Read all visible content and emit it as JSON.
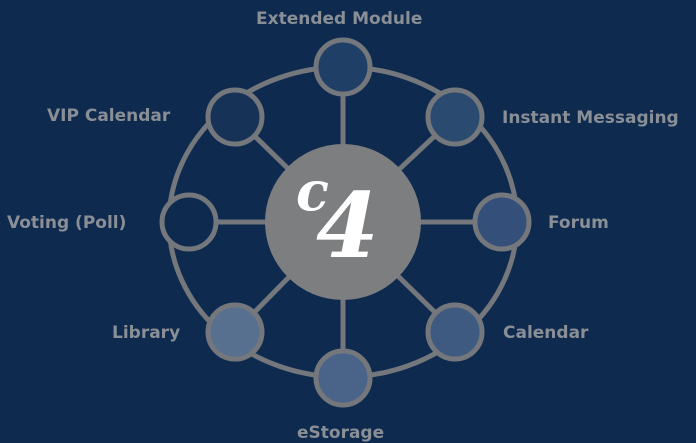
{
  "hub": {
    "letter": "c",
    "number": "4",
    "color": "#7c7e80"
  },
  "colors": {
    "background": "#0e2a4f",
    "line": "#74777b",
    "label": "#8a8f96"
  },
  "nodes": [
    {
      "key": "extended-module",
      "label": "Extended Module",
      "color": "#1f3f66"
    },
    {
      "key": "instant-messaging",
      "label": "Instant Messaging",
      "color": "#2a4a70"
    },
    {
      "key": "forum",
      "label": "Forum",
      "color": "#34507a"
    },
    {
      "key": "calendar",
      "label": "Calendar",
      "color": "#3e5a80"
    },
    {
      "key": "estorage",
      "label": "eStorage",
      "color": "#4a6388"
    },
    {
      "key": "library",
      "label": "Library",
      "color": "#58708f"
    },
    {
      "key": "voting-poll",
      "label": "Voting (Poll)",
      "color": "#0e2a4f"
    },
    {
      "key": "vip-calendar",
      "label": "VIP Calendar",
      "color": "#163256"
    }
  ]
}
